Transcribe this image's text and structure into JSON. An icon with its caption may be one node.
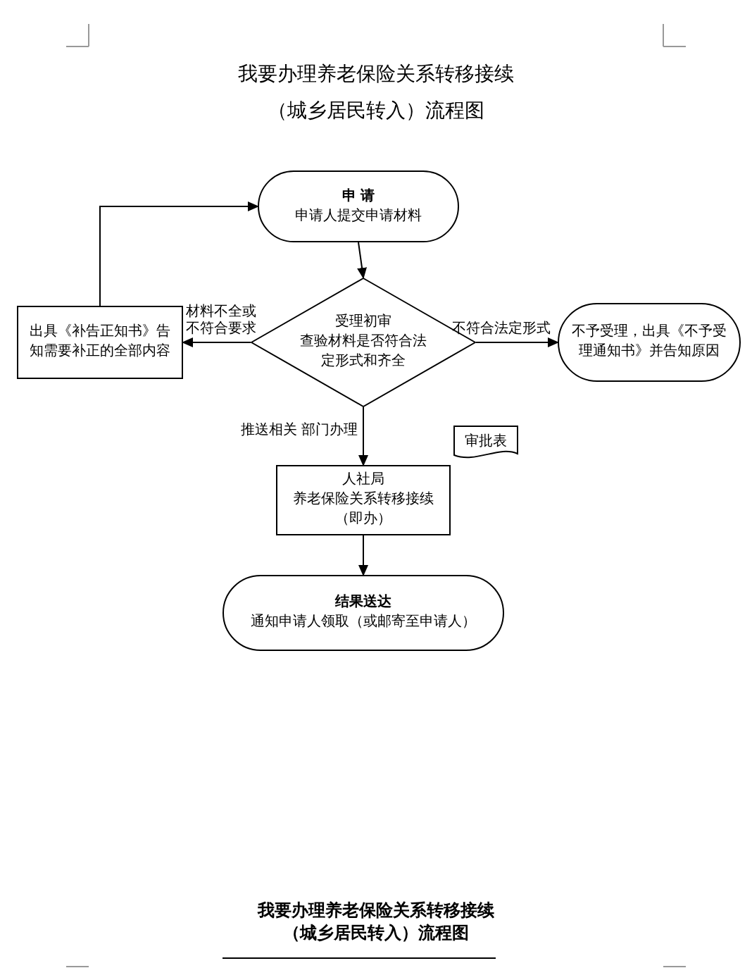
{
  "diagram": {
    "title": "我要办理养老保险关系转移接续（城乡居民转入）流程图",
    "caption": "我要办理养老保险关系转移接续（城乡居民转入）流程图",
    "nodes": [
      {
        "text": [
          "申 请",
          "申请人提交申请材料"
        ]
      },
      {
        "text": [
          "受理初审",
          "查验材料是否符合法定形式和齐全"
        ]
      },
      {
        "text": [
          "出具《补告正知书》告知需要补正的全部内容"
        ]
      },
      {
        "text": [
          "不予受理，出具《不予受理通知书》并告知原因"
        ]
      },
      {
        "text": [
          "审批表"
        ]
      },
      {
        "text": [
          "人社局",
          "养老保险关系转移接续",
          "（即办）"
        ]
      },
      {
        "text": [
          "结果送达",
          "通知申请人领取（或邮寄至申请人）"
        ]
      }
    ],
    "edges": [
      {
        "from": 0,
        "to": 1,
        "arrow": "to"
      },
      {
        "from": 1,
        "to": 2,
        "arrow": "to",
        "label": "材料不全或不符合要求"
      },
      {
        "from": 1,
        "to": 3,
        "arrow": "to",
        "label": "不符合法定形式"
      },
      {
        "from": 2,
        "to": 0,
        "arrow": "to"
      },
      {
        "from": 1,
        "to": 5,
        "arrow": "to",
        "label": "推送相关 部门办理"
      },
      {
        "from": 5,
        "to": 6,
        "arrow": "to"
      }
    ]
  }
}
